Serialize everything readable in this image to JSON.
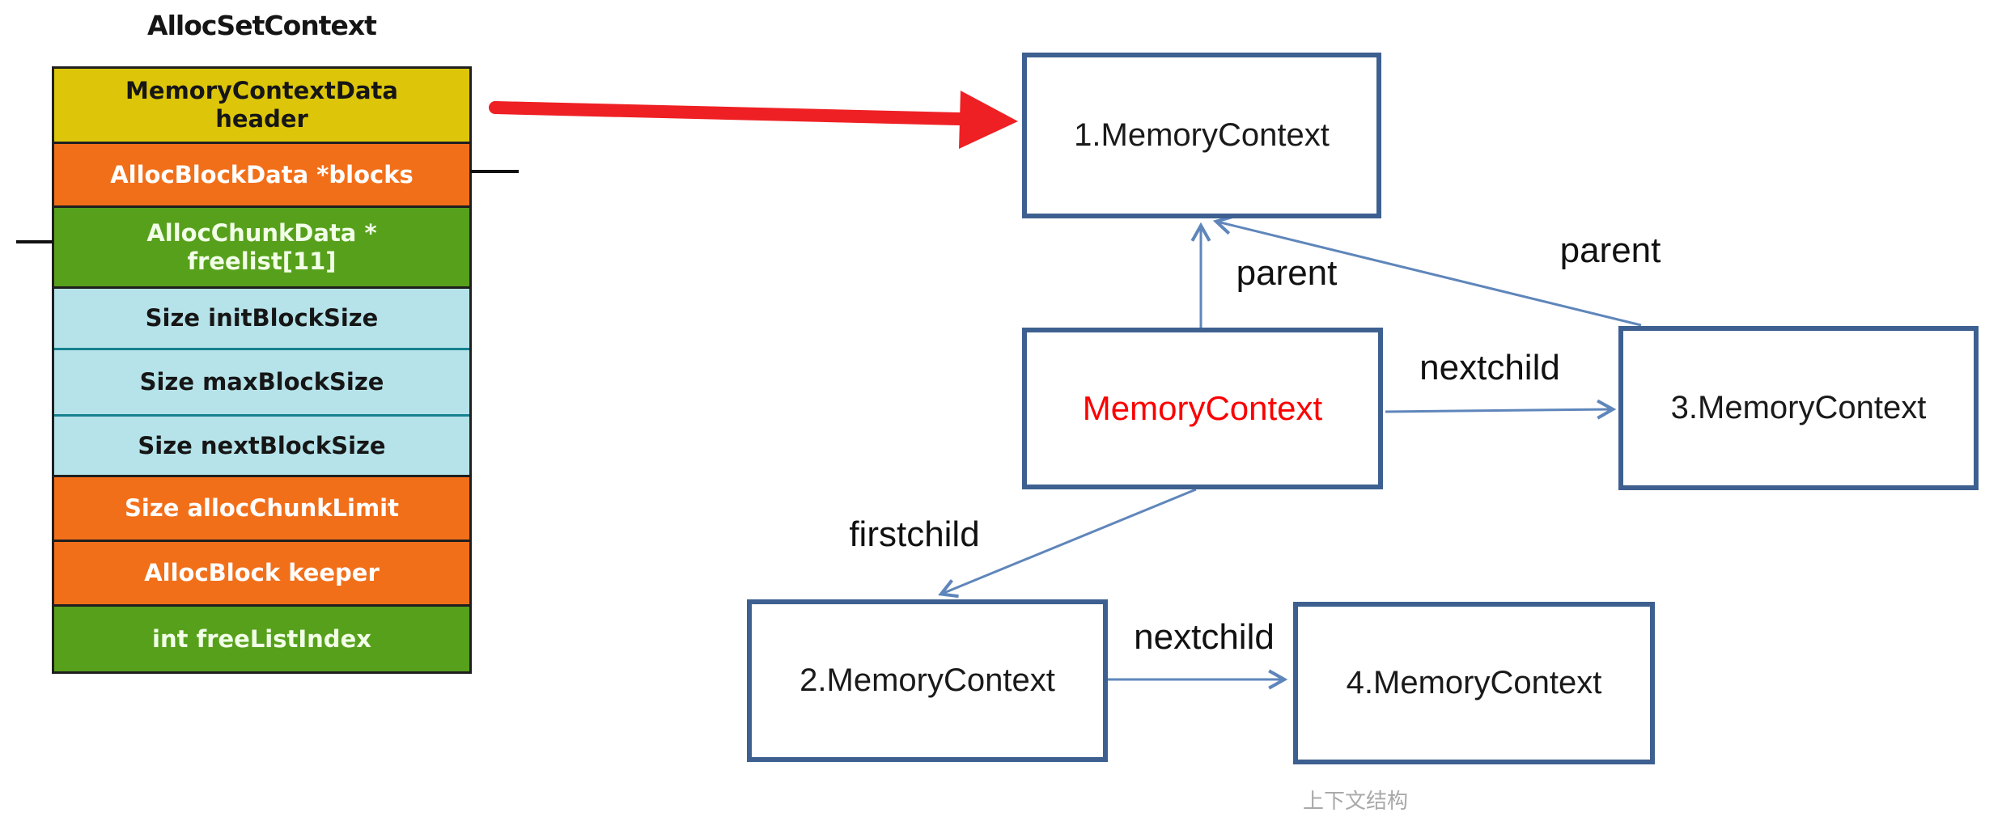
{
  "title": "AllocSetContext",
  "struct_table": {
    "rows": [
      {
        "label": "MemoryContextData\nheader",
        "bg": "#ddc60a",
        "fg": "#161616"
      },
      {
        "label": "AllocBlockData *blocks",
        "bg": "#f26f1a",
        "fg": "#ffffff"
      },
      {
        "label": "AllocChunkData *\nfreelist[11]",
        "bg": "#57a01c",
        "fg": "#f2ffe8"
      },
      {
        "label": "Size initBlockSize",
        "bg": "#b5e3e9",
        "fg": "#161616"
      },
      {
        "label": "Size maxBlockSize",
        "bg": "#b5e3e9",
        "fg": "#161616"
      },
      {
        "label": "Size nextBlockSize",
        "bg": "#b5e3e9",
        "fg": "#161616"
      },
      {
        "label": "Size allocChunkLimit",
        "bg": "#f26f1a",
        "fg": "#ffffff"
      },
      {
        "label": "AllocBlock keeper",
        "bg": "#f26f1a",
        "fg": "#ffffff"
      },
      {
        "label": "int freeListIndex",
        "bg": "#57a01c",
        "fg": "#f2ffe8"
      }
    ]
  },
  "diagram": {
    "nodes": [
      {
        "label": "1.MemoryContext",
        "color": "#1a1a1a"
      },
      {
        "label": "MemoryContext",
        "color": "#fb0000"
      },
      {
        "label": "3.MemoryContext",
        "color": "#1a1a1a"
      },
      {
        "label": "2.MemoryContext",
        "color": "#1a1a1a"
      },
      {
        "label": "4.MemoryContext",
        "color": "#1a1a1a"
      }
    ],
    "edge_labels": {
      "parent_left": "parent",
      "parent_right": "parent",
      "nextchild_top": "nextchild",
      "firstchild": "firstchild",
      "nextchild_bottom": "nextchild"
    }
  },
  "caption": "上下文结构",
  "colors": {
    "node_border_blue": "#3d6090",
    "edge_line_blue": "#5f86bb",
    "red_arrow": "#ee2024",
    "red_text": "#fb0000",
    "table_border": "#1f1f1f",
    "cyan_separator": "#17818f",
    "caption_gray": "#a9a9a9"
  }
}
